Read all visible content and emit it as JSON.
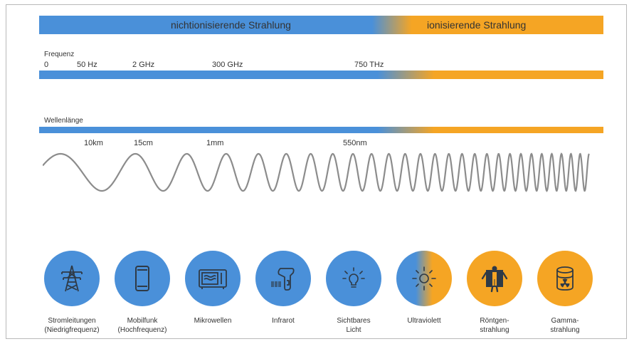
{
  "header": {
    "non_ionizing": "nichtionisierende Strahlung",
    "ionizing": "ionisierende Strahlung"
  },
  "frequency": {
    "label": "Frequenz",
    "ticks": [
      "0",
      "50 Hz",
      "2 GHz",
      "300 GHz",
      "750 THz"
    ]
  },
  "wavelength": {
    "label": "Wellenlänge",
    "ticks": [
      "10km",
      "15cm",
      "1mm",
      "550nm"
    ]
  },
  "categories": [
    {
      "line1": "Stromleitungen",
      "line2": "(Niedrigfrequenz)",
      "icon": "power-pylon-icon"
    },
    {
      "line1": "Mobilfunk",
      "line2": "(Hochfrequenz)",
      "icon": "mobile-phone-icon"
    },
    {
      "line1": "Mikrowellen",
      "line2": "",
      "icon": "microwave-icon"
    },
    {
      "line1": "Infrarot",
      "line2": "",
      "icon": "barcode-scanner-icon"
    },
    {
      "line1": "Sichtbares",
      "line2": "Licht",
      "icon": "light-bulb-icon"
    },
    {
      "line1": "Ultraviolett",
      "line2": "",
      "icon": "sun-icon"
    },
    {
      "line1": "Röntgen-",
      "line2": "strahlung",
      "icon": "xray-person-icon"
    },
    {
      "line1": "Gamma-",
      "line2": "strahlung",
      "icon": "radioactive-barrel-icon"
    }
  ],
  "colors": {
    "non_ionizing": "#4a90d9",
    "ionizing": "#f5a524",
    "wave": "#8c8c8c",
    "icon_stroke": "#2f3a46"
  }
}
